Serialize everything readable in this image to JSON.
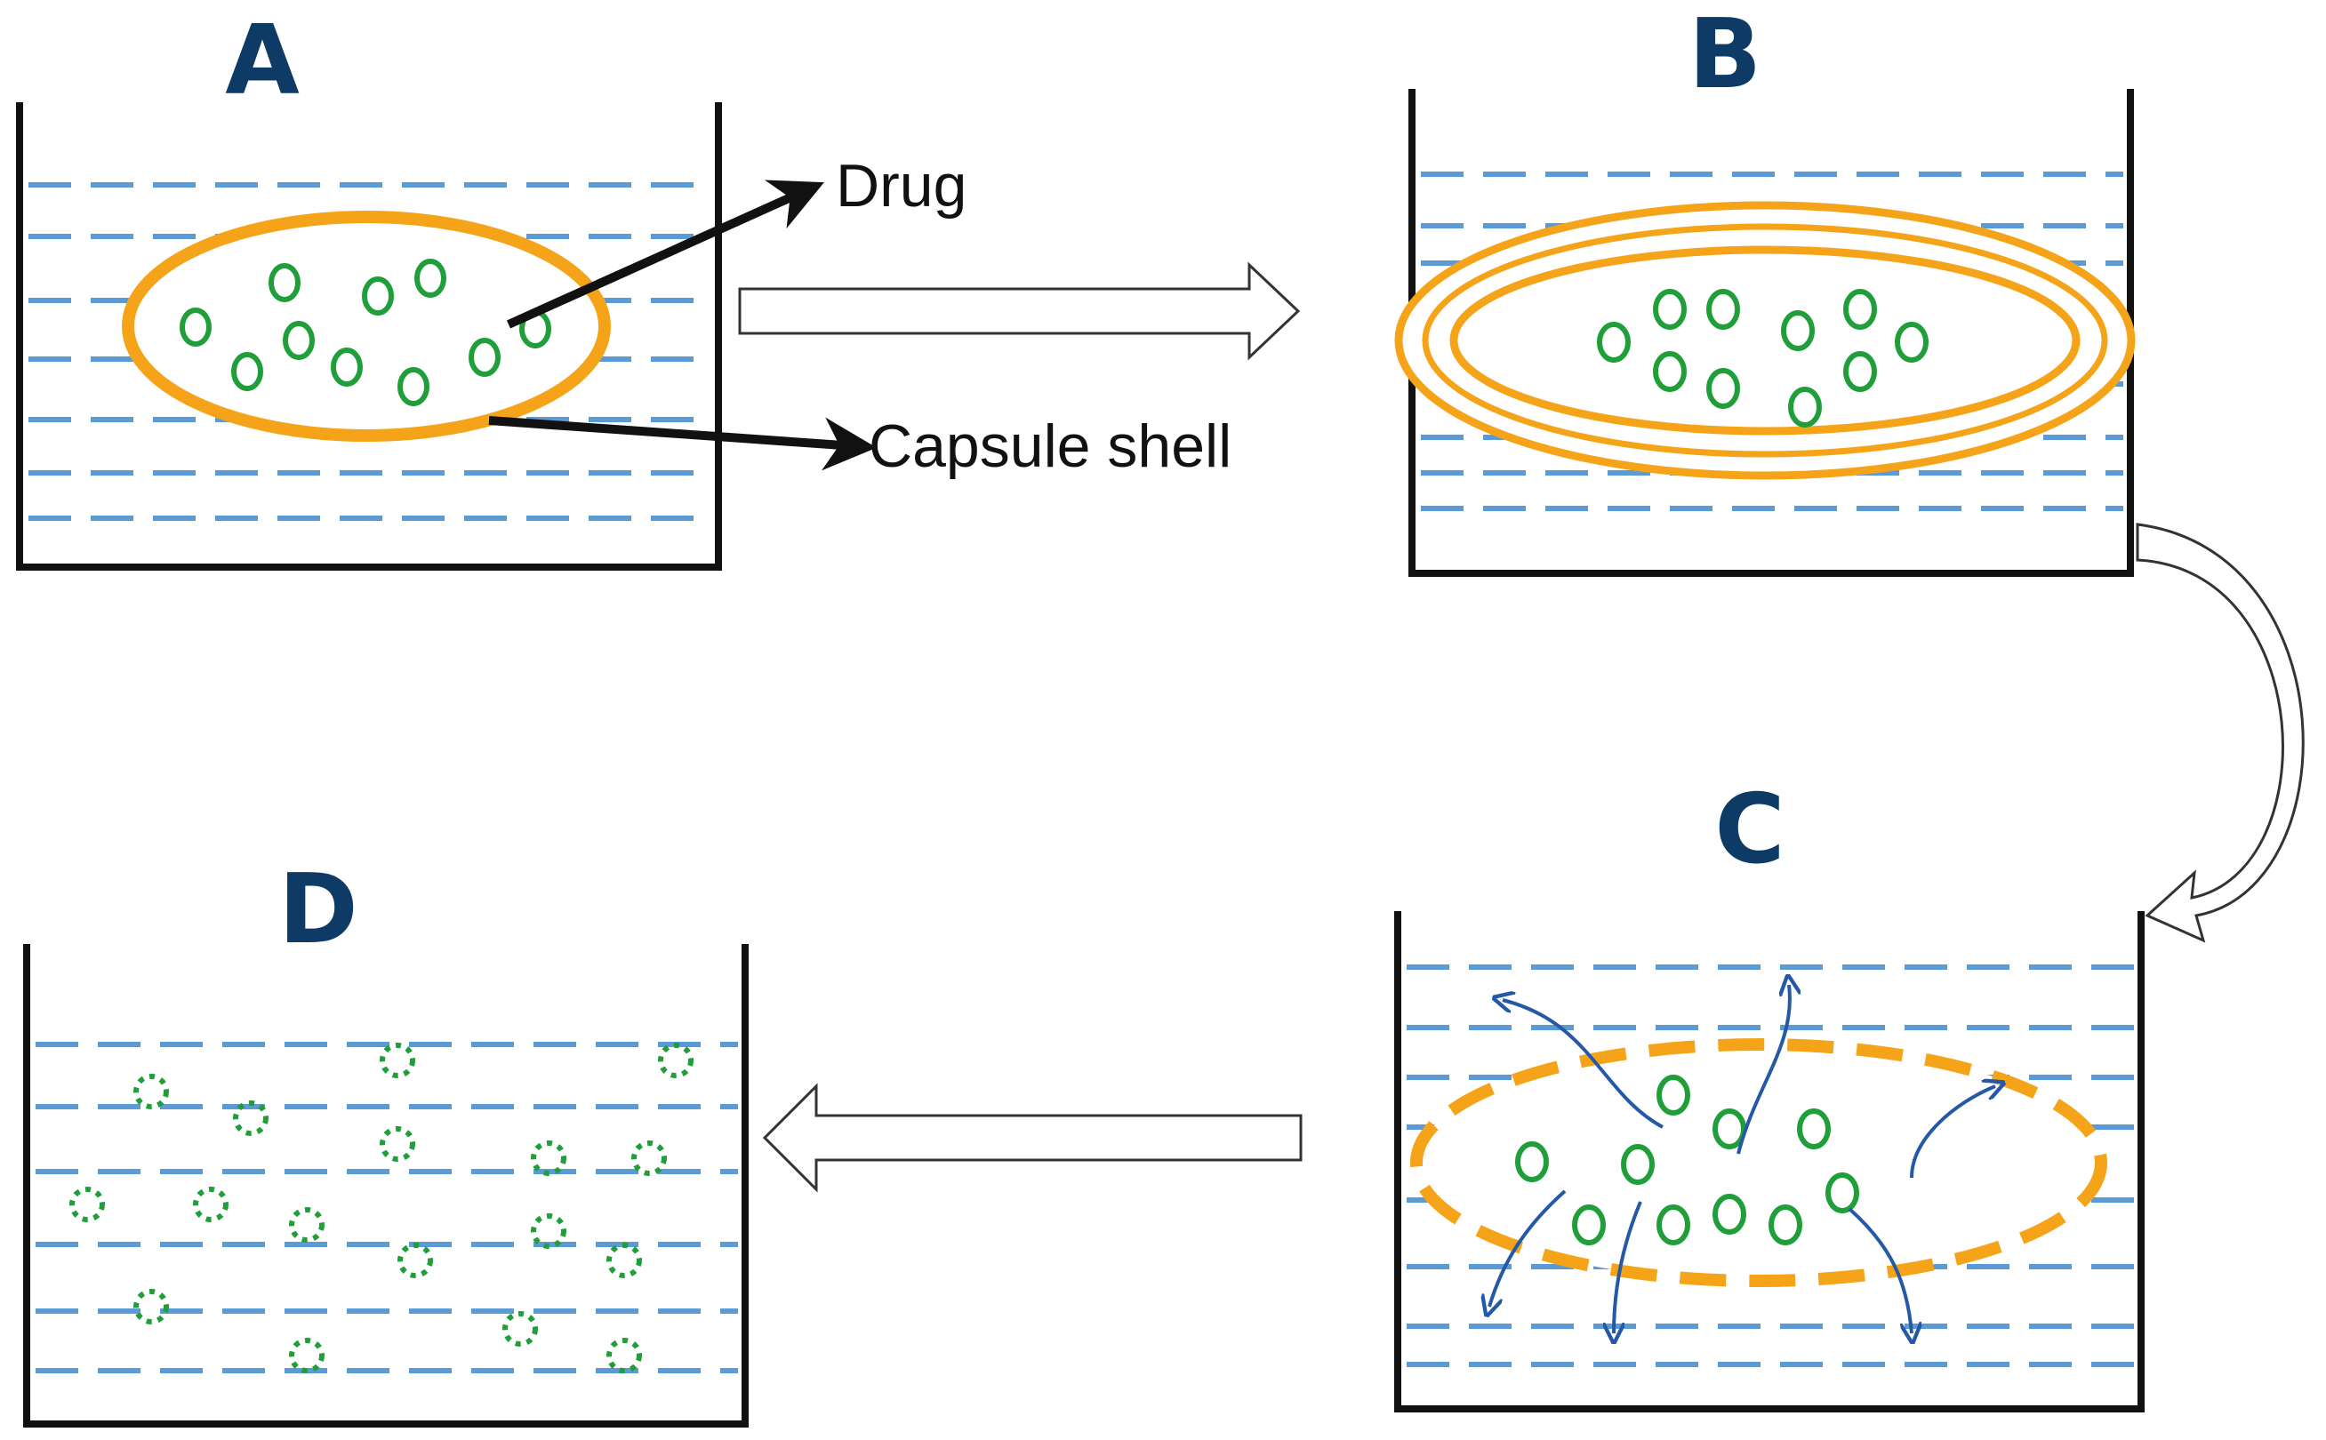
{
  "panels": {
    "a": {
      "letter": "A"
    },
    "b": {
      "letter": "B"
    },
    "c": {
      "letter": "C"
    },
    "d": {
      "letter": "D"
    }
  },
  "callouts": {
    "drug": "Drug",
    "capsule_shell": "Capsule shell"
  },
  "colors": {
    "letter": "#0d3b66",
    "capsule": "#f5a41a",
    "drug": "#1f9e3a",
    "water": "#5b9bd5",
    "beaker": "#111111",
    "flow": "#2559a8"
  }
}
